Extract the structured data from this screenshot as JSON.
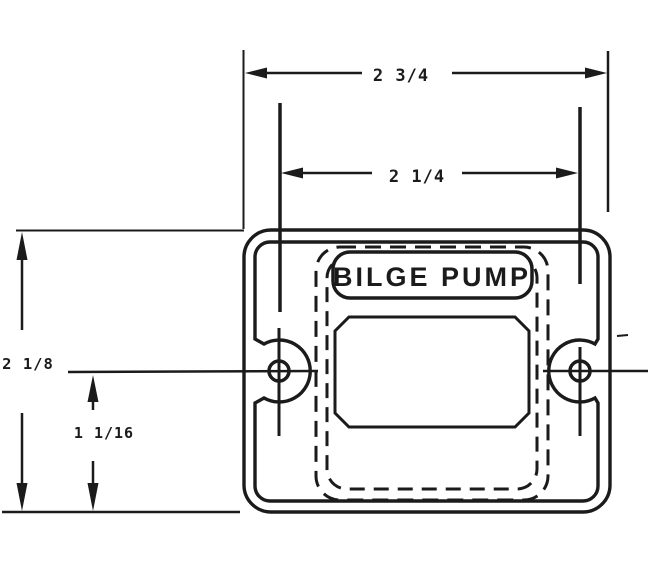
{
  "diagram": {
    "label": "BILGE PUMP",
    "dimensions": {
      "overall_width": "2 3/4",
      "hole_spacing": "2 1/4",
      "overall_height": "2 1/8",
      "hole_offset_from_bottom": "1 1/16"
    },
    "colors": {
      "ink": "#1b1b1b",
      "paper": "#ffffff"
    }
  }
}
